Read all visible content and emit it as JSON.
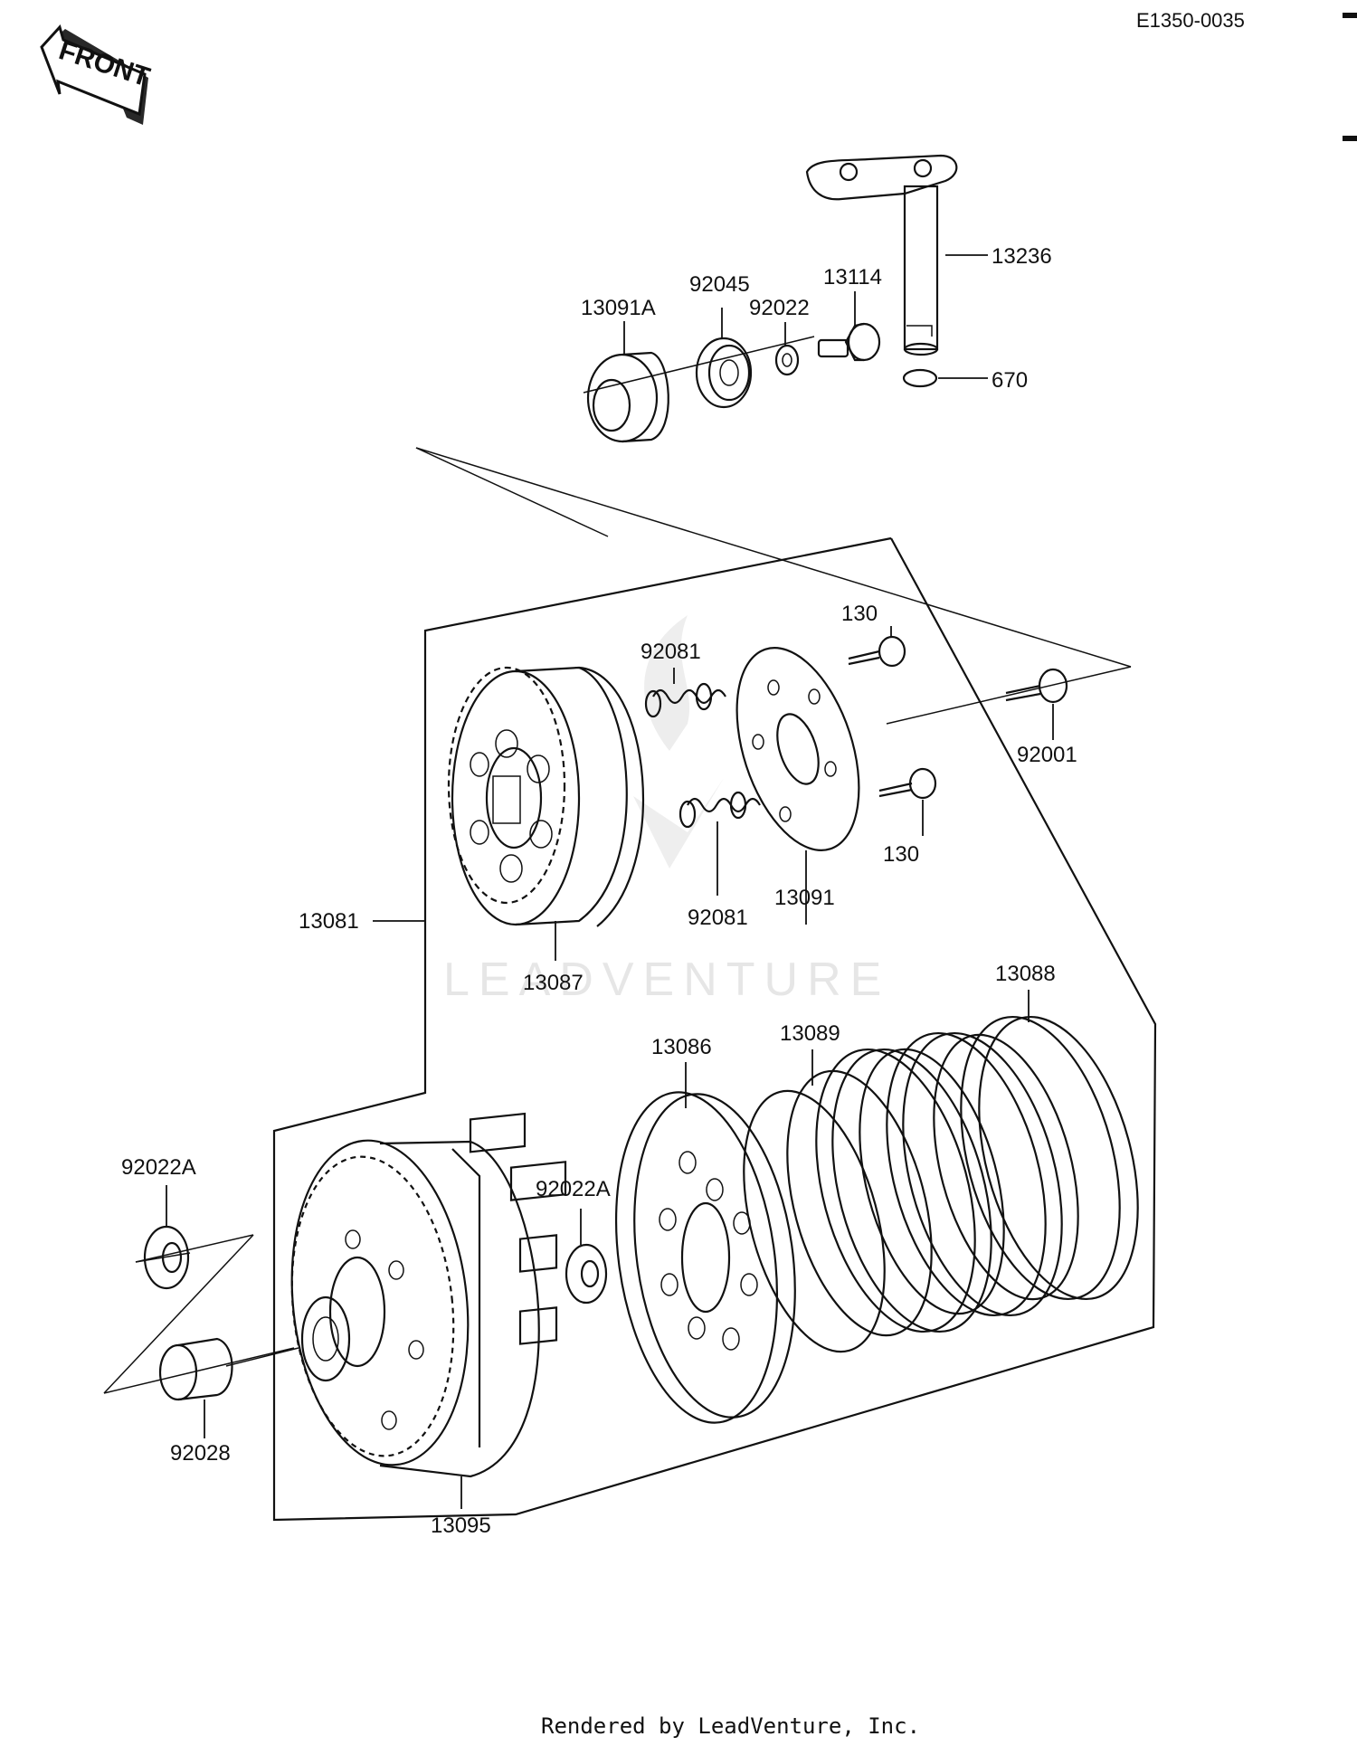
{
  "diagram_code": "E1350-0035",
  "front_label": "FRONT",
  "watermark": "LEADVENTURE",
  "footer": "Rendered by LeadVenture, Inc.",
  "parts": {
    "p13236": "13236",
    "p670": "670",
    "p13114": "13114",
    "p92022": "92022",
    "p92045": "92045",
    "p13091A": "13091A",
    "p130_top": "130",
    "p130_bottom": "130",
    "p92001": "92001",
    "p92081_top": "92081",
    "p92081_bottom": "92081",
    "p13091": "13091",
    "p13081": "13081",
    "p13087": "13087",
    "p13088": "13088",
    "p13089": "13089",
    "p13086": "13086",
    "p92022A_left": "92022A",
    "p92022A_mid": "92022A",
    "p92028": "92028",
    "p13095": "13095"
  }
}
